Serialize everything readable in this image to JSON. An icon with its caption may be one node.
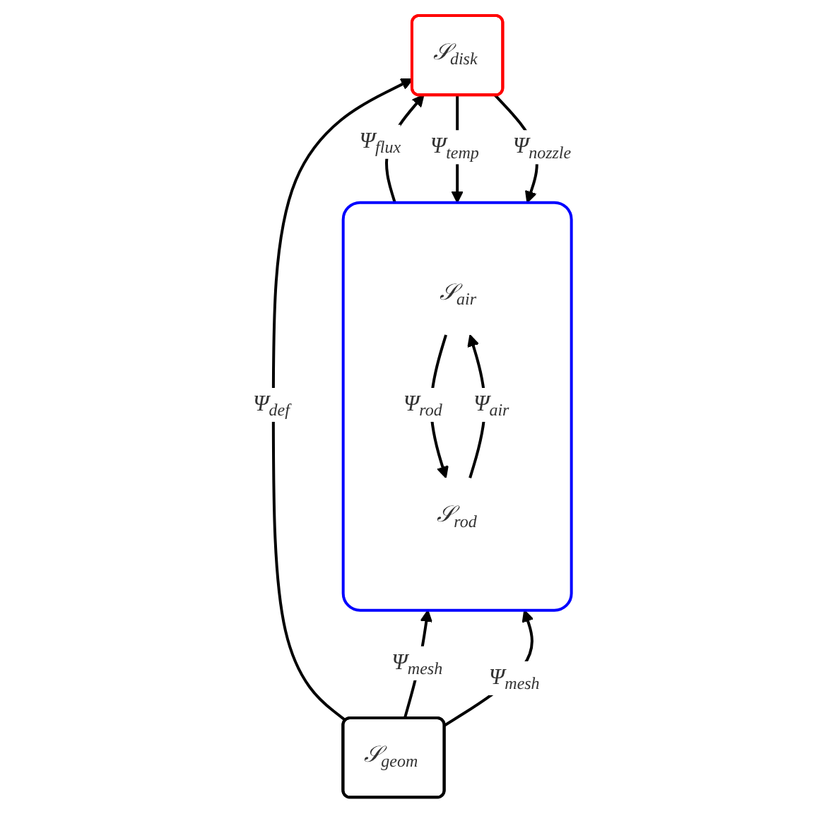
{
  "diagram": {
    "nodes": [
      {
        "text": [],
        "shape": "box"
      },
      {
        "text": [
          "𝒮$_{air}$"
        ],
        "in": 0
      },
      {
        "text": [
          "𝒮$_{rod}$"
        ],
        "in": 0
      },
      {
        "text": [
          "𝒮$_{disk}$"
        ]
      },
      {
        "text": [
          "𝒮$_{geom}$"
        ]
      }
    ],
    "edges": [
      {
        "from": 1,
        "to": 2,
        "arrow": "to",
        "label": "Ψ$_{rod}$"
      },
      {
        "from": 2,
        "to": 1,
        "arrow": "to",
        "label": "Ψ$_{air}$"
      },
      {
        "from": 0,
        "to": 3,
        "arrow": "to",
        "label": "Ψ$_{flux}$"
      },
      {
        "from": 3,
        "to": 0,
        "arrow": "to",
        "label": "Ψ$_{temp}$"
      },
      {
        "from": 3,
        "to": 0,
        "arrow": "to",
        "label": "Ψ$_{nozzle}$"
      },
      {
        "from": 4,
        "to": 0,
        "arrow": "to",
        "label": "Ψ$_{mesh}$"
      },
      {
        "from": 4,
        "to": 3,
        "arrow": "to",
        "label": "Ψ$_{def}$"
      },
      {
        "from": 4,
        "to": 0,
        "arrow": "to",
        "label": "Ψ$_{mesh}$"
      }
    ]
  }
}
